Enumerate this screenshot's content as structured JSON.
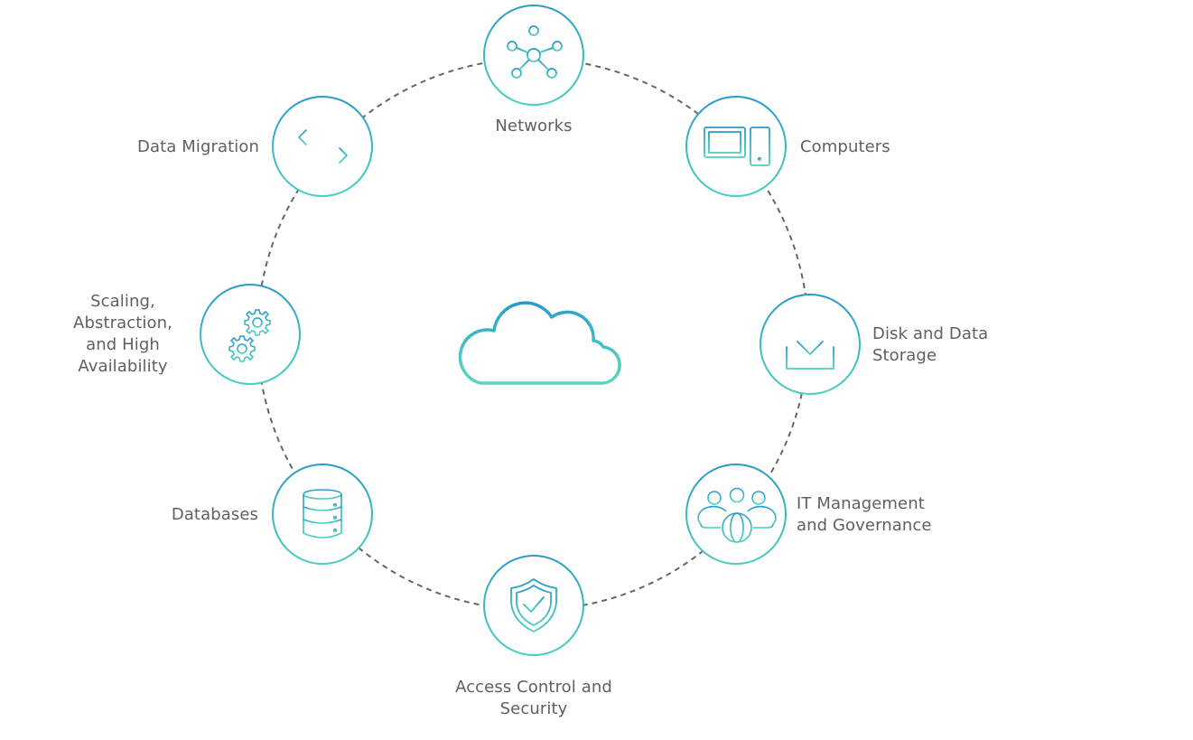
{
  "colors": {
    "teal": "#4ecfbf",
    "blue": "#2a9bc8",
    "ring_dash": "#666666",
    "label_text": "#5b6167"
  },
  "center": {
    "icon": "cloud-icon"
  },
  "nodes": [
    {
      "id": "networks",
      "label": "Networks",
      "icon": "network-icon"
    },
    {
      "id": "computers",
      "label": "Computers",
      "icon": "computer-icon"
    },
    {
      "id": "storage",
      "label": "Disk and Data\nStorage",
      "icon": "download-icon"
    },
    {
      "id": "it-management",
      "label": "IT Management\nand Governance",
      "icon": "team-globe-icon"
    },
    {
      "id": "access-control",
      "label": "Access Control and\nSecurity",
      "icon": "shield-check-icon"
    },
    {
      "id": "databases",
      "label": "Databases",
      "icon": "database-icon"
    },
    {
      "id": "scaling",
      "label": "Scaling,\nAbstraction,\nand High\nAvailability",
      "icon": "gears-icon"
    },
    {
      "id": "data-migration",
      "label": "Data Migration",
      "icon": "arrows-exchange-icon"
    }
  ]
}
